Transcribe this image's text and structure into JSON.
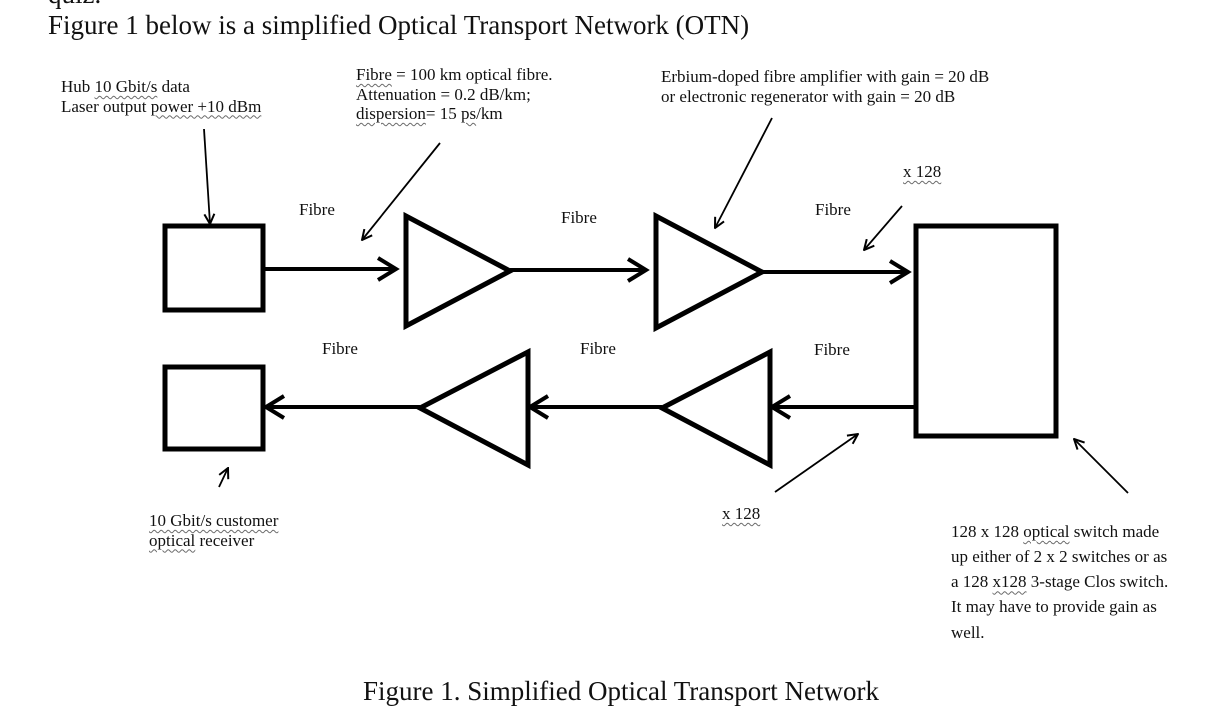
{
  "page": {
    "top_partial_text": "quiz.",
    "heading": "Figure 1 below is a simplified Optical Transport Network (OTN)"
  },
  "annotations": {
    "hub": {
      "line1_pre": "Hub",
      "line1_sq": "10  Gbit/s",
      "line1_post": " data",
      "line2_pre": "Laser output ",
      "line2_sq": "power  +10 dBm"
    },
    "fibre_spec": {
      "line1_sq": "Fibre",
      "line1_post": " = 100 km optical fibre.",
      "line2": "Attenuation = 0.2 dB/km;",
      "line3_sq": "dispersion",
      "line3_mid": "= 15 ",
      "line3_sq2": "ps",
      "line3_post": "/km"
    },
    "amplifier": {
      "line1": "Erbium-doped fibre amplifier with gain = 20 dB",
      "line2": "or electronic regenerator with gain = 20 dB"
    },
    "receiver": {
      "line1_sq": "10 Gbit/s  customer",
      "line2_sq": "optical",
      "line2_post": " receiver"
    },
    "switch": {
      "line1_pre": "128 x 128 ",
      "line1_sq": " optical",
      "line1_post": " switch made",
      "line2": "up either of 2 x 2 switches or as",
      "line3_pre": "a 128 ",
      "line3_sq": "x128",
      "line3_post": " 3-stage Clos switch.",
      "line4": "It may have to provide gain as",
      "line5": "well."
    }
  },
  "diagram": {
    "fibre_labels": [
      "Fibre",
      "Fibre",
      "Fibre",
      "Fibre",
      "Fibre",
      "Fibre"
    ],
    "multiplier_top": "x 128",
    "multiplier_bottom": "x 128"
  },
  "caption": "Figure 1. Simplified Optical Transport Network",
  "colors": {
    "ink": "#000000",
    "text": "#111111"
  },
  "icons": {
    "forward_arrow": "arrow-right-icon",
    "backward_arrow": "arrow-left-icon",
    "amplifier": "triangle-amplifier-icon"
  }
}
